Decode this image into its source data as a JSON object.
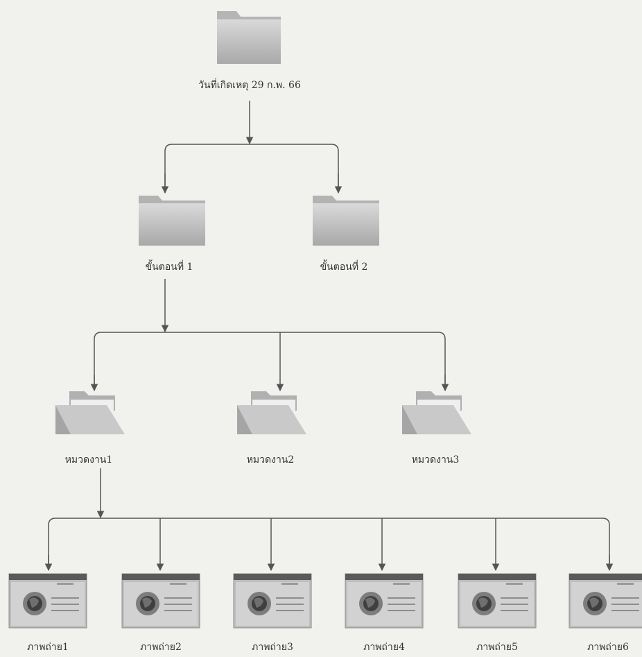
{
  "colors": {
    "background": "#f1f1ee",
    "line": "#555555",
    "folder": "#c8c8c8",
    "label": "#333333"
  },
  "root": {
    "label": "วันที่เกิดเหตุ 29 ก.พ. 66",
    "icon": "folder-closed-icon"
  },
  "steps": [
    {
      "label": "ขั้นตอนที่ 1",
      "icon": "folder-closed-icon"
    },
    {
      "label": "ขั้นตอนที่ 2",
      "icon": "folder-closed-icon"
    }
  ],
  "categories": [
    {
      "label": "หมวดงาน1",
      "icon": "folder-open-icon"
    },
    {
      "label": "หมวดงาน2",
      "icon": "folder-open-icon"
    },
    {
      "label": "หมวดงาน3",
      "icon": "folder-open-icon"
    }
  ],
  "photos": [
    {
      "label": "ภาพถ่าย1",
      "icon": "web-page-icon"
    },
    {
      "label": "ภาพถ่าย2",
      "icon": "web-page-icon"
    },
    {
      "label": "ภาพถ่าย3",
      "icon": "web-page-icon"
    },
    {
      "label": "ภาพถ่าย4",
      "icon": "web-page-icon"
    },
    {
      "label": "ภาพถ่าย5",
      "icon": "web-page-icon"
    },
    {
      "label": "ภาพถ่าย6",
      "icon": "web-page-icon"
    }
  ]
}
